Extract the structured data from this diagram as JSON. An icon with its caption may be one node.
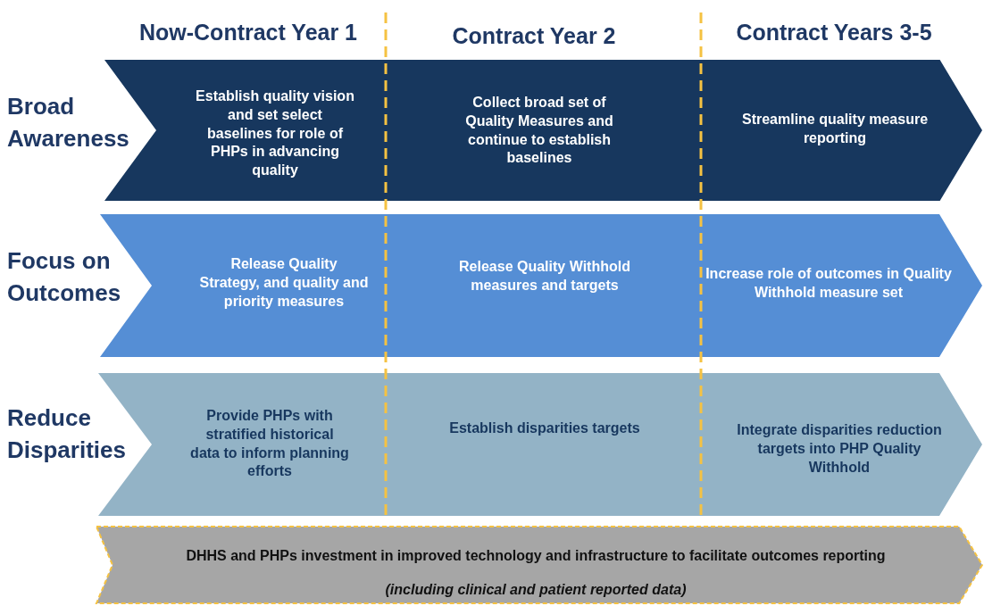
{
  "diagram": {
    "nodes": [
      {
        "text": [
          "Broad Awareness",
          "Establish quality vision and set select baselines for role of PHPs in advancing quality",
          "Collect broad set of Quality Measures and continue to establish baselines",
          "Streamline quality measure reporting"
        ]
      },
      {
        "text": [
          "Focus on Outcomes",
          "Release Quality Strategy, and quality and priority measures",
          "Release Quality Withhold measures and targets",
          "Increase role of outcomes in Quality Withhold measure set"
        ]
      },
      {
        "text": [
          "Reduce Disparities",
          "Provide PHPs with stratified historical data to inform planning  efforts",
          "Establish disparities targets",
          "Integrate disparities reduction  targets into PHP Quality Withhold"
        ]
      },
      {
        "text": [
          "DHHS and PHPs investment in improved technology and infrastructure to facilitate outcomes reporting",
          "(including clinical and patient reported data)"
        ]
      }
    ],
    "labels": [
      "Now-Contract Year 1",
      "Contract Year 2",
      "Contract Years 3-5"
    ]
  }
}
